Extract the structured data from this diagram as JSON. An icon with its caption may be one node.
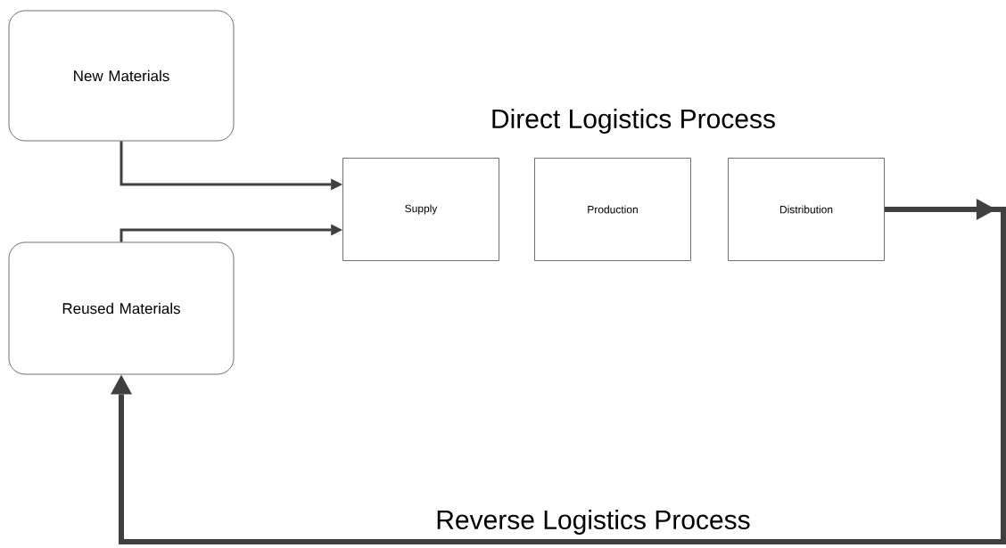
{
  "diagram": {
    "nodes": [
      {
        "text": [
          "New Materials"
        ]
      },
      {
        "text": [
          "Reused Materials"
        ]
      },
      {
        "text": [
          "Supply"
        ]
      },
      {
        "text": [
          "Production"
        ]
      },
      {
        "text": [
          "Distribution"
        ]
      }
    ],
    "edges": [
      {
        "from": 0,
        "to": 2,
        "arrow": "to"
      },
      {
        "from": 1,
        "to": 2,
        "arrow": "to"
      },
      {
        "from": 4,
        "to": 1,
        "arrow": "to",
        "style": "thick",
        "label": "Reverse Logistics Process"
      }
    ],
    "labels": [
      "Direct Logistics Process"
    ]
  }
}
